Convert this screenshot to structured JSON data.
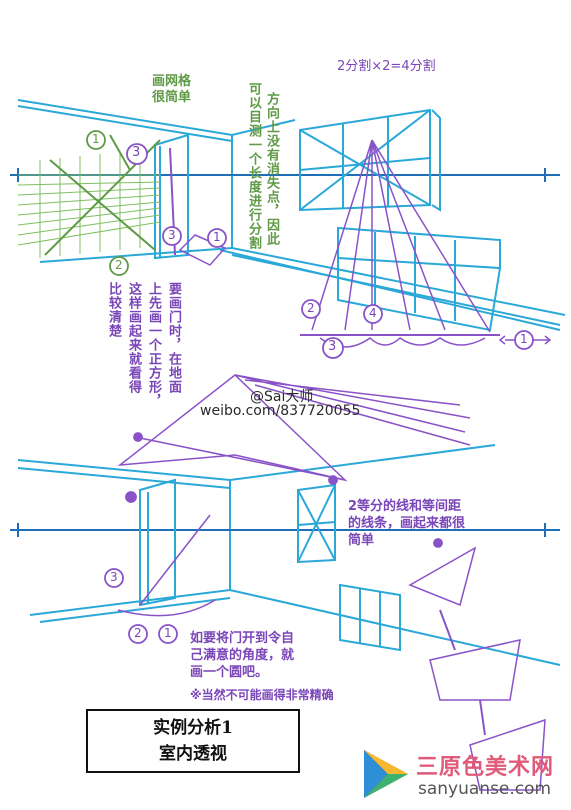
{
  "annotations": {
    "top_split": "2分割×2=4分割",
    "grid_note_line1": "画网格",
    "grid_note_line2": "很简单",
    "vertical_note_col1": "方向上没有消失点，因此",
    "vertical_note_col2": "可以目测一个长度进行分割",
    "door_note_col1": "要画门时，在地面",
    "door_note_col2": "上先画一个正方形，",
    "door_note_col3": "这样画起来就看得",
    "door_note_col4": "比较清楚",
    "watermark_name": "@Sai大师",
    "watermark_url": "weibo.com/837720055",
    "halves_note_line1": "2等分的线和等间距",
    "halves_note_line2": "的线条，画起来都很",
    "halves_note_line3": "简单",
    "door_angle_line1": "如要将门开到令自",
    "door_angle_line2": "己满意的角度，就",
    "door_angle_line3": "画一个圆吧。",
    "accuracy_note": "※当然不可能画得非常精确"
  },
  "markers": {
    "m1": "1",
    "m2": "2",
    "m3": "3",
    "m4": "4"
  },
  "title_box": {
    "line1": "实例分析1",
    "line2": "室内透视"
  },
  "logo": {
    "text": "三原色美术网",
    "url": "sanyuanse.com"
  },
  "colors": {
    "blue": "#2aa8d8",
    "purple": "#8a52c8",
    "green": "#6aa84f",
    "axis": "#1f6fb8"
  }
}
